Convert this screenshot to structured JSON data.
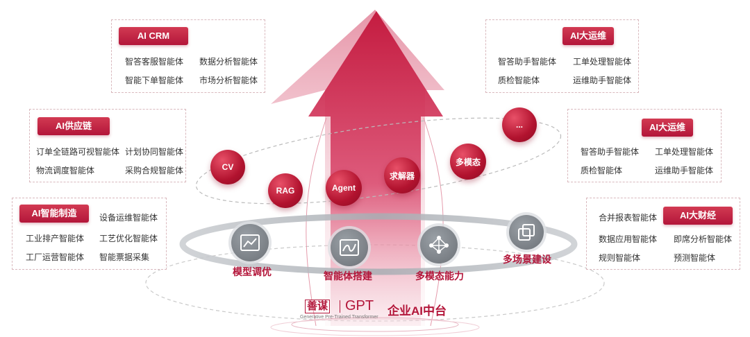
{
  "panels": {
    "crm": {
      "title": "AI CRM",
      "agents": [
        "智答客服智能体",
        "数据分析智能体",
        "智能下单智能体",
        "市场分析智能体"
      ]
    },
    "ops_top": {
      "title": "AI大运维",
      "agents": [
        "智答助手智能体",
        "工单处理智能体",
        "质检智能体",
        "运维助手智能体"
      ]
    },
    "supply": {
      "title": "AI供应链",
      "agents": [
        "订单全链路可视智能体",
        "计划协同智能体",
        "物流调度智能体",
        "采购合规智能体"
      ]
    },
    "ops_mid": {
      "title": "AI大运维",
      "agents": [
        "智答助手智能体",
        "工单处理智能体",
        "质检智能体",
        "运维助手智能体"
      ]
    },
    "mfg": {
      "title": "AI智能制造",
      "agents": [
        "设备运维智能体",
        "工业排产智能体",
        "工艺优化智能体",
        "工厂运营智能体",
        "智能票据采集"
      ]
    },
    "finance": {
      "title": "AI大财经",
      "agents": [
        "合并报表智能体",
        "数据应用智能体",
        "即席分析智能体",
        "规则智能体",
        "预测智能体"
      ]
    }
  },
  "orbit_nodes": [
    "CV",
    "RAG",
    "Agent",
    "求解器",
    "多模态",
    "..."
  ],
  "capabilities": [
    "模型调优",
    "智能体搭建",
    "多模态能力",
    "多场景建设"
  ],
  "capability_icons": [
    "chart-icon",
    "workflow-icon",
    "network-icon",
    "layers-icon"
  ],
  "logo": {
    "brand": "善谋",
    "gpt": "GPT",
    "subtitle": "Generative Pre-Trained Transformer"
  },
  "platform_name": "企业AI中台",
  "colors": {
    "accent": "#b3163a",
    "accent_light": "#d23a52",
    "gray": "#8a8f94"
  }
}
